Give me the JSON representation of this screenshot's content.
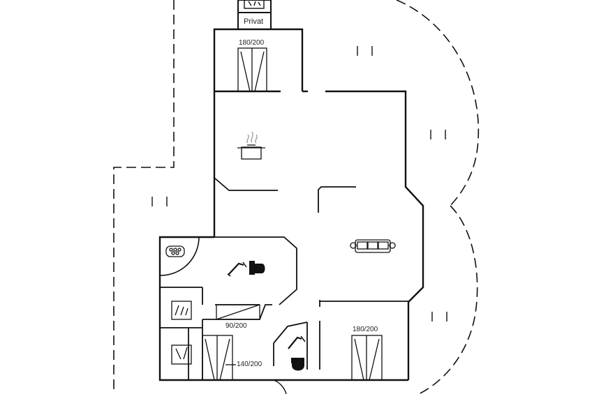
{
  "plan": {
    "labels": {
      "privat": "Privat",
      "bed_top": "180/200",
      "bed_small": "90/200",
      "bed_left": "140/200",
      "bed_right": "180/200"
    },
    "icons": [
      "sauna-icon",
      "cooking-pot-icon",
      "sofa-icon",
      "hot-tub-icon",
      "shower-icon",
      "toilet-icon",
      "washing-machine-icon",
      "dryer-icon"
    ]
  }
}
